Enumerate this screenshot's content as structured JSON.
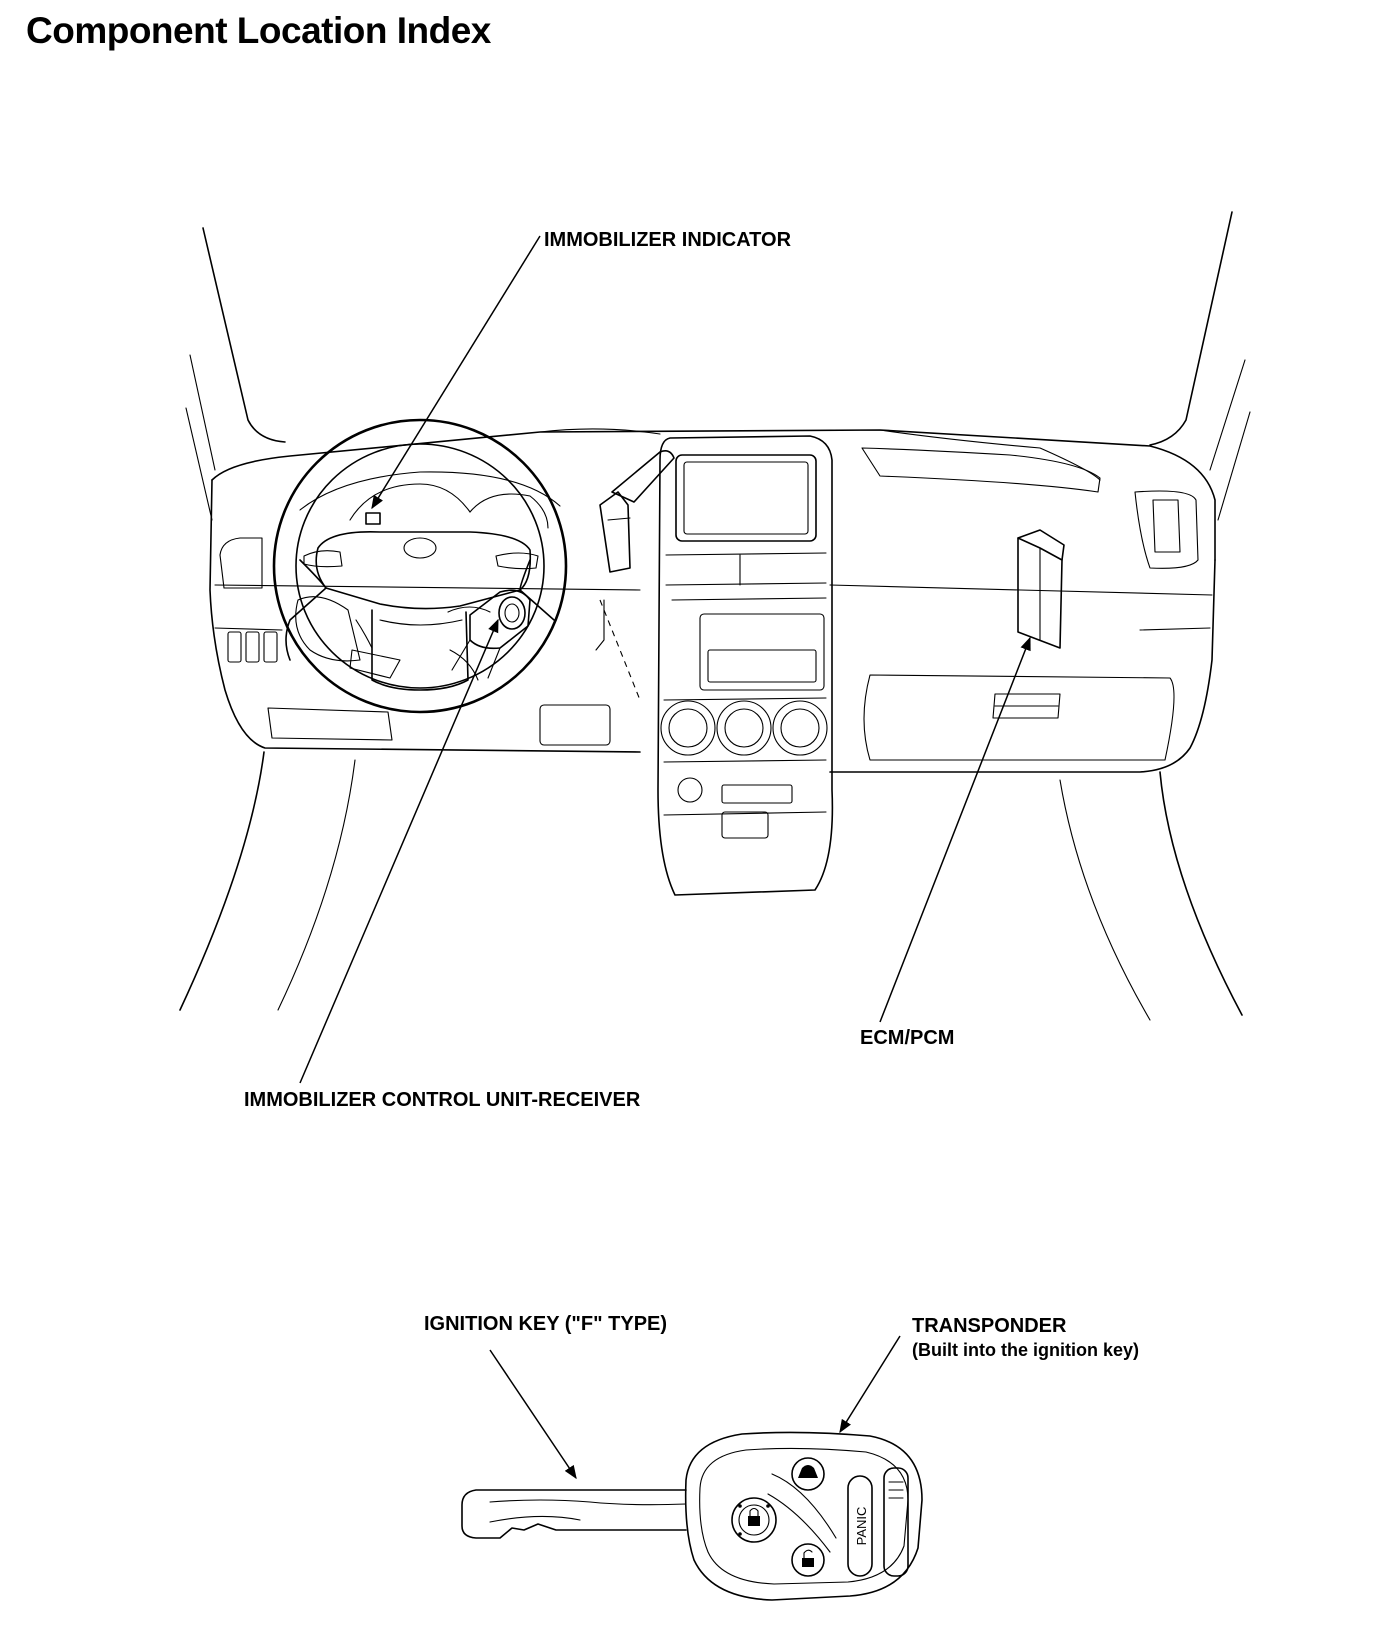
{
  "page": {
    "title": "Component Location Index"
  },
  "callouts": {
    "immobilizer_indicator": "IMMOBILIZER INDICATOR",
    "immobilizer_control_unit": "IMMOBILIZER CONTROL UNIT-RECEIVER",
    "ecm_pcm": "ECM/PCM",
    "ignition_key": "IGNITION KEY (\"F\" TYPE)",
    "transponder": "TRANSPONDER",
    "transponder_note": "(Built into the ignition key)"
  },
  "key_fob": {
    "panic_label": "PANIC"
  }
}
